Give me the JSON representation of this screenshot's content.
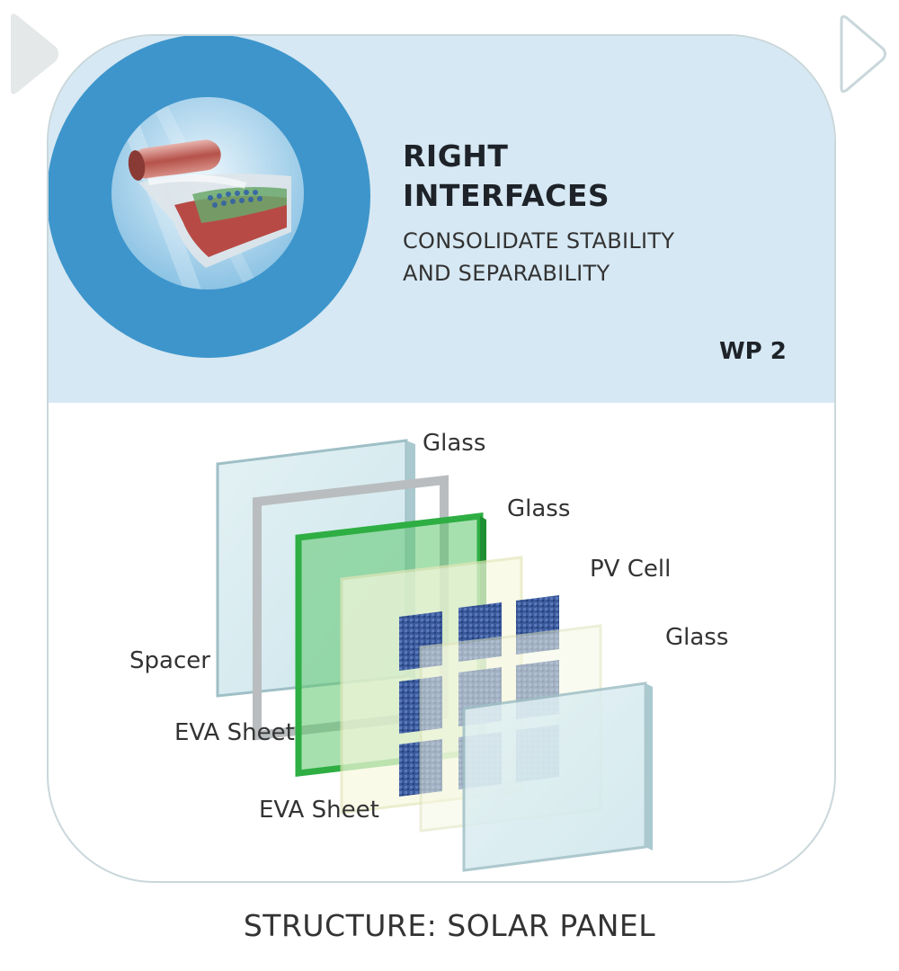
{
  "header": {
    "title_line1": "RIGHT",
    "title_line2": "INTERFACES",
    "subtitle_line1": "CONSOLIDATE STABILITY",
    "subtitle_line2": "AND SEPARABILITY",
    "wp": "WP 2"
  },
  "diagram": {
    "labels": {
      "glass_back": "Glass",
      "glass_middle": "Glass",
      "pv_cell": "PV Cell",
      "glass_front": "Glass",
      "spacer": "Spacer",
      "eva_sheet_1": "EVA Sheet",
      "eva_sheet_2": "EVA Sheet"
    }
  },
  "caption": "STRUCTURE: SOLAR PANEL",
  "colors": {
    "header_bg": "#d6e8f3",
    "circle_blue": "#3d95cb",
    "card_border": "#c9d7db",
    "green_layer": "#2eae43",
    "pv_blue": "#3a5a9c"
  },
  "icons": {
    "prev": "chevron-right-icon",
    "next": "chevron-right-icon"
  }
}
